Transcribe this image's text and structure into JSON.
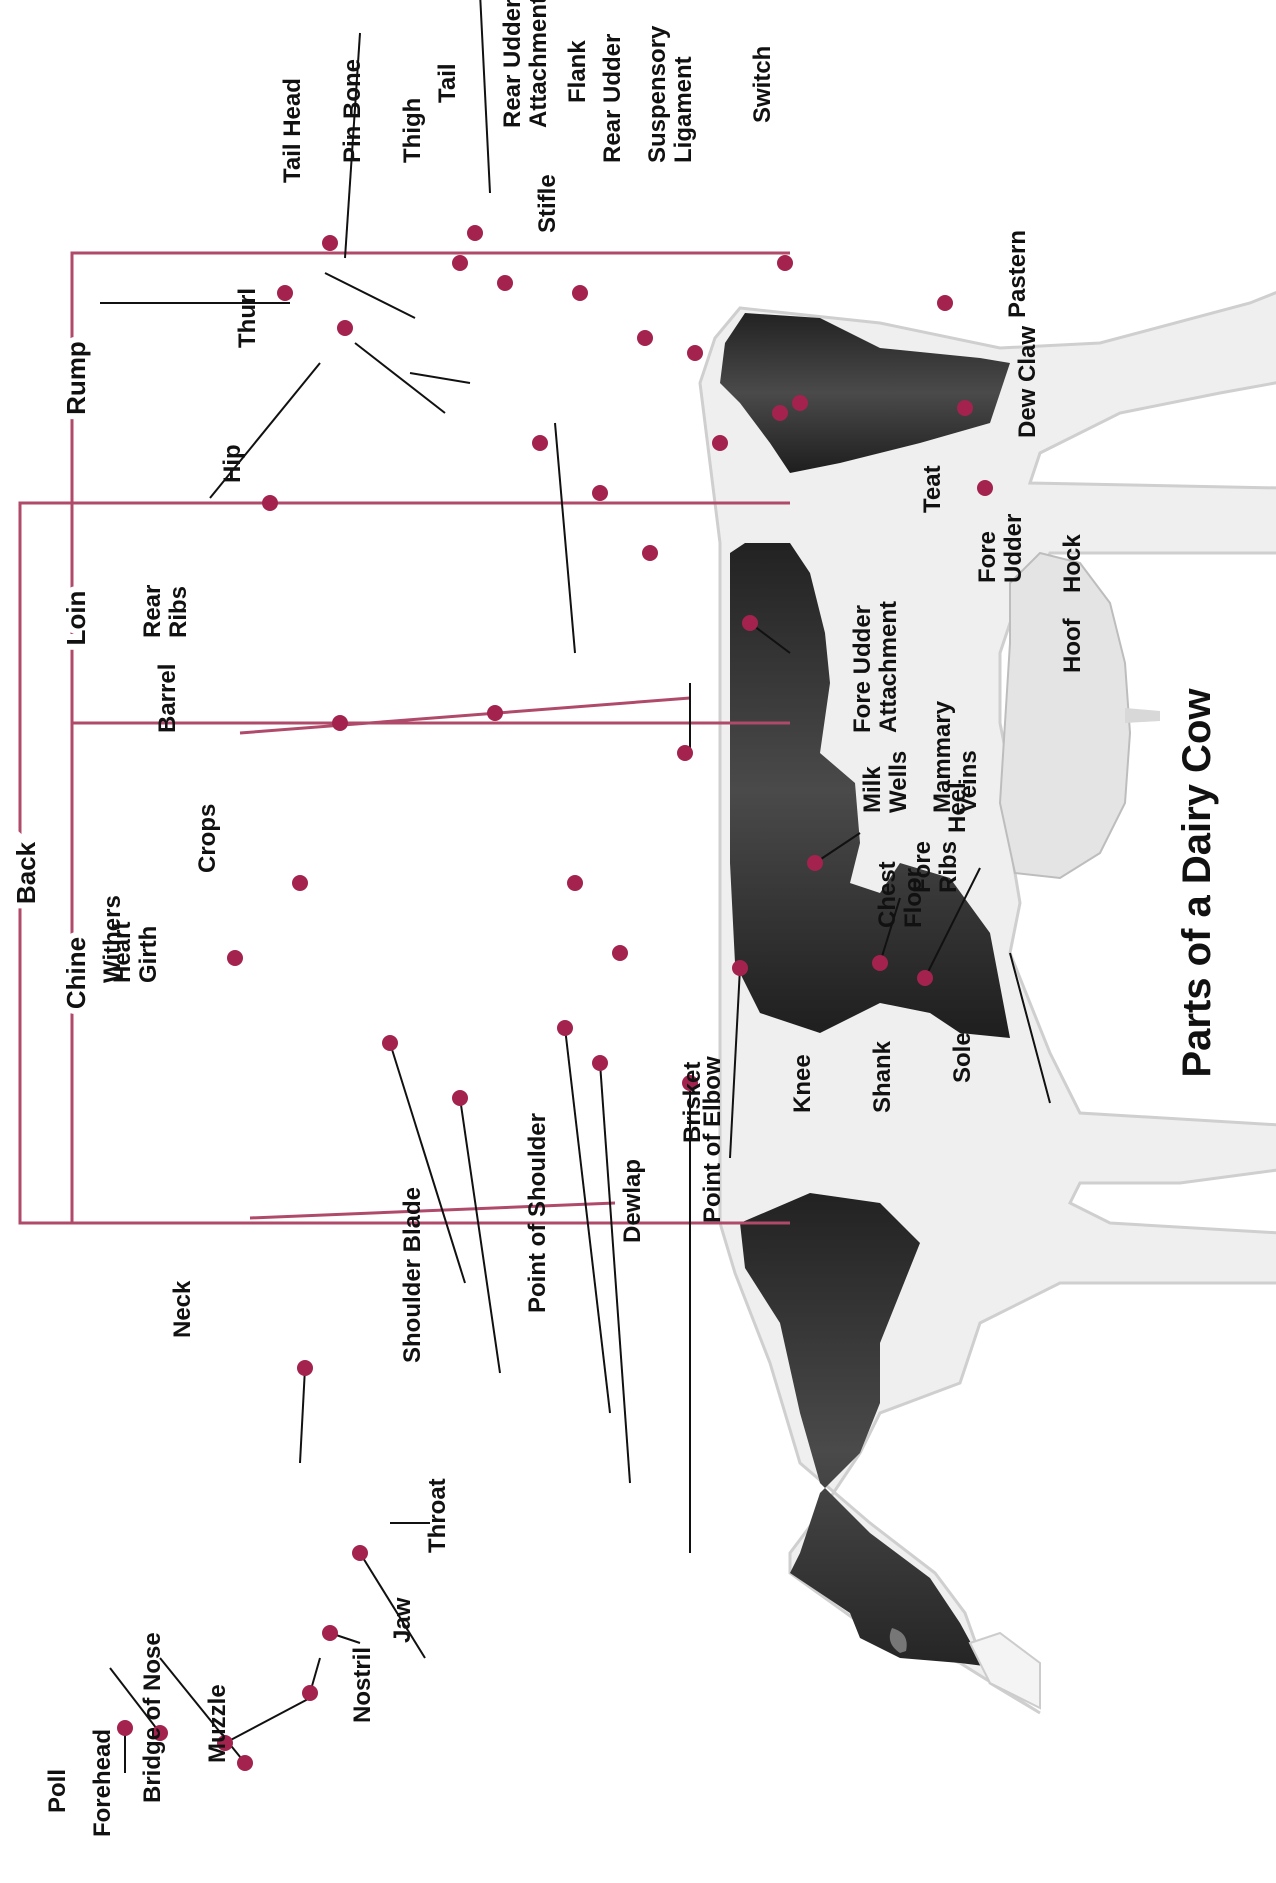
{
  "theme": {
    "accent": "#a3234e",
    "bracket": "#b04a6a",
    "coat_dark": "#2b2b2b",
    "coat_light": "#f1f1f1",
    "ink": "#111111"
  },
  "title": "Parts of a Dairy Cow",
  "brackets": {
    "back": "Back",
    "chine": "Chine",
    "loin": "Loin",
    "rump": "Rump"
  },
  "labels": {
    "poll": "Poll",
    "forehead": "Forehead",
    "bridge_of_nose": "Bridge of Nose",
    "muzzle": "Muzzle",
    "nostril": "Nostril",
    "jaw": "Jaw",
    "throat": "Throat",
    "shoulder_blade": "Shoulder Blade",
    "point_of_shoulder": "Point of Shoulder",
    "dewlap": "Dewlap",
    "brisket": "Brisket",
    "point_of_elbow": "Point of Elbow",
    "knee": "Knee",
    "shank": "Shank",
    "sole": "Sole",
    "heel": "Heel",
    "neck": "Neck",
    "withers": "Withers",
    "heart_girth": [
      "Heart",
      "Girth"
    ],
    "crops": "Crops",
    "barrel": "Barrel",
    "rear_ribs": [
      "Rear",
      "Ribs"
    ],
    "hip": "Hip",
    "thurl": "Thurl",
    "tail_head": "Tail Head",
    "pin_bone": "Pin Bone",
    "thigh": "Thigh",
    "tail": "Tail",
    "rear_udder_attachment": [
      "Rear Udder",
      "Attachment"
    ],
    "stifle": "Stifle",
    "flank": "Flank",
    "rear_udder": "Rear Udder",
    "suspensory_ligament": [
      "Suspensory",
      "Ligament"
    ],
    "switch": "Switch",
    "pastern": "Pastern",
    "dew_claw": "Dew Claw",
    "hoof": "Hoof",
    "hock": "Hock",
    "teat": "Teat",
    "fore_udder": [
      "Fore",
      "Udder"
    ],
    "fore_udder_attachment": [
      "Fore Udder",
      "Attachment"
    ],
    "mammary_veins": [
      "Mammary",
      "Veins"
    ],
    "milk_wells": [
      "Milk",
      "Wells"
    ],
    "fore_ribs": [
      "Fore",
      "Ribs"
    ],
    "chest_floor": [
      "Chest",
      "Floor"
    ]
  }
}
